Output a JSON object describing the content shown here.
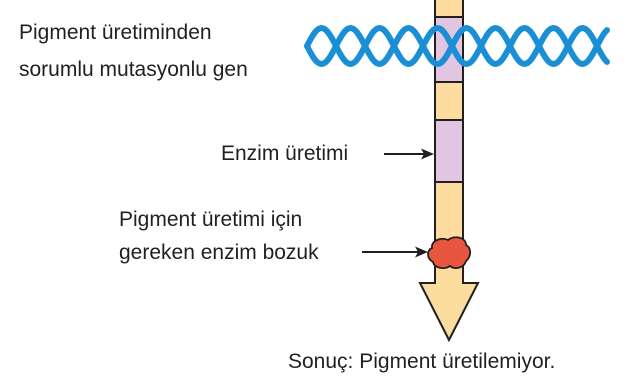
{
  "labels": {
    "gene_line1": "Pigment üretiminden",
    "gene_line2": "sorumlu mutasyonlu gen",
    "enzyme_production": "Enzim üretimi",
    "broken_line1": "Pigment üretimi için",
    "broken_line2": "gereken enzim bozuk",
    "result": "Sonuç: Pigment üretilemiyor."
  },
  "colors": {
    "dna_strand": "#1b8fd6",
    "gene_segment": "#fddc9f",
    "mutated_segment": "#e2c6e1",
    "outline": "#231f20",
    "broken_enzyme": "#e8563f",
    "text": "#231f20"
  }
}
